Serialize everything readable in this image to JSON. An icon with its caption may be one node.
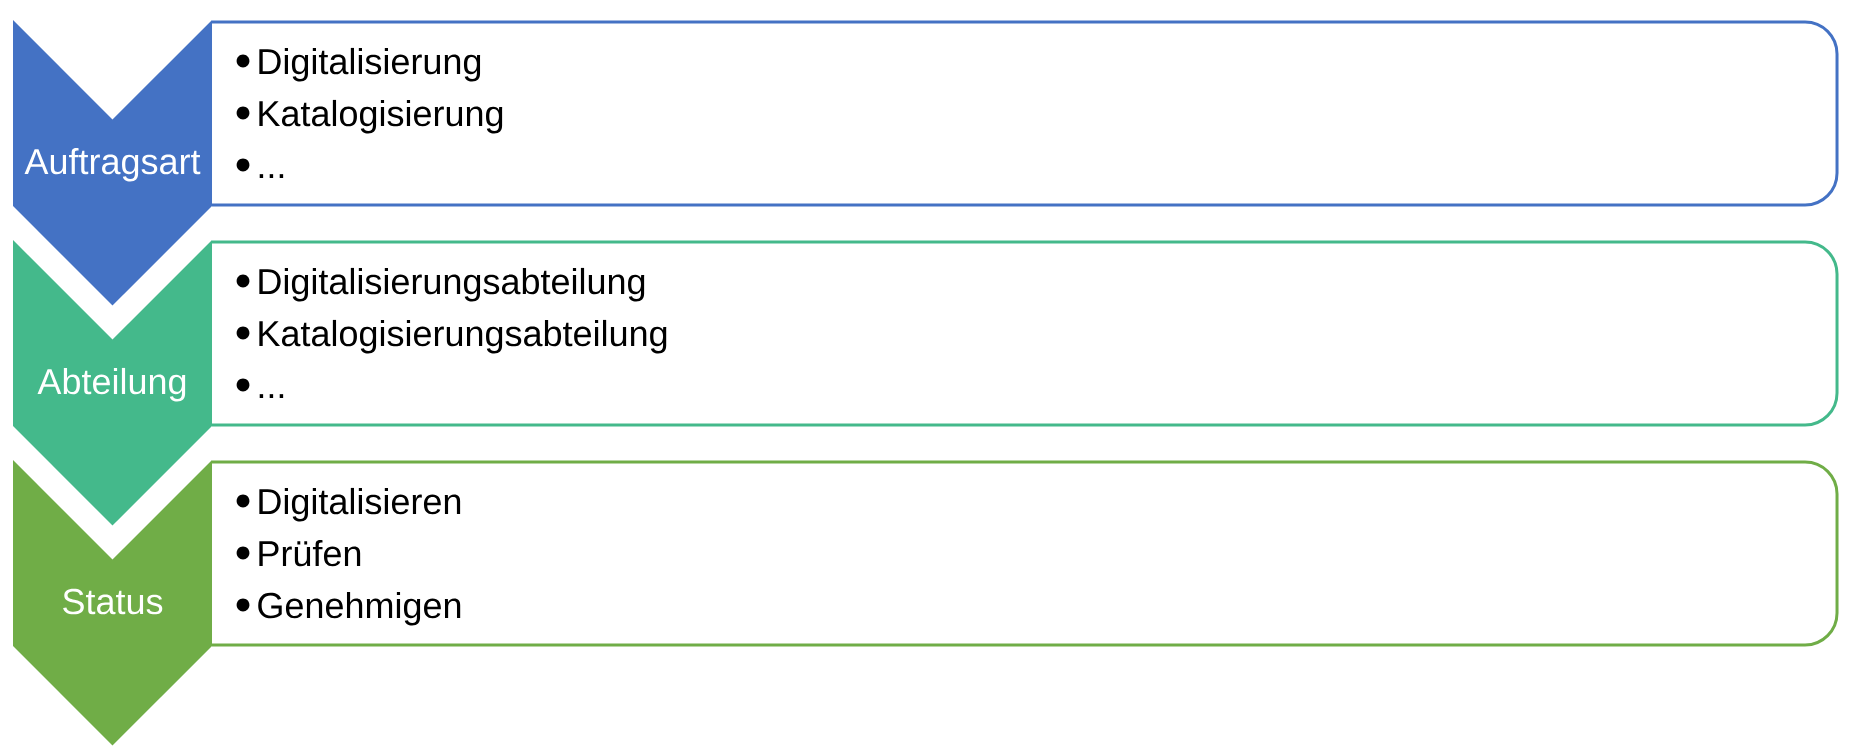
{
  "diagram": {
    "nodes": [
      {
        "text": [
          "Auftragsart"
        ]
      },
      {
        "text": [
          "Digitalisierung",
          "Katalogisierung",
          "..."
        ]
      },
      {
        "text": [
          "Abteilung"
        ]
      },
      {
        "text": [
          "Digitalisierungsabteilung",
          "Katalogisierungsabteilung",
          "..."
        ]
      },
      {
        "text": [
          "Status"
        ]
      },
      {
        "text": [
          "Digitalisieren",
          "Prüfen",
          "Genehmigen"
        ]
      }
    ]
  }
}
